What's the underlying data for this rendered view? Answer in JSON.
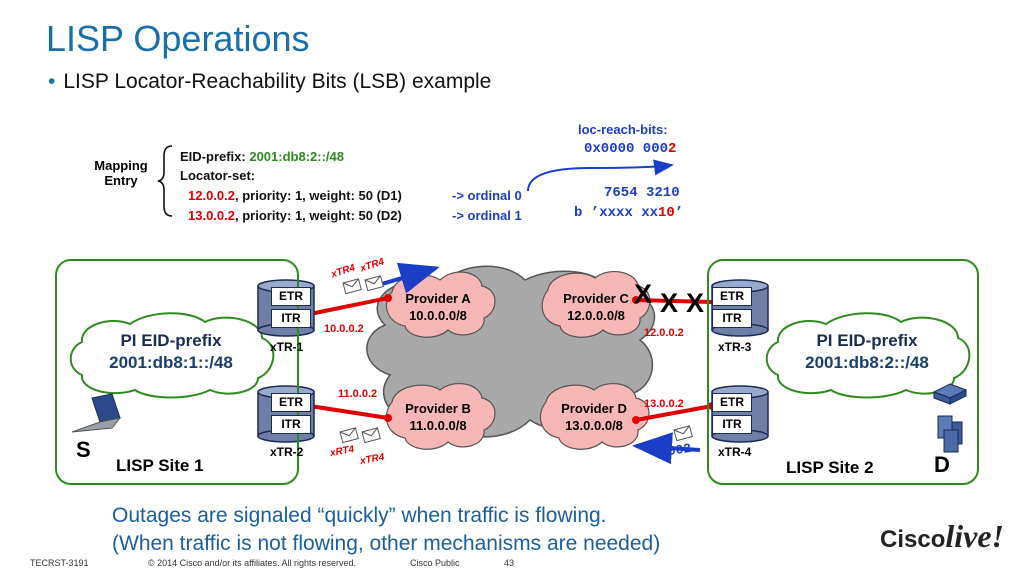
{
  "title": "LISP Operations",
  "subtitle": "LISP Locator-Reachability Bits (LSB) example",
  "loc_reach": {
    "label": "loc-reach-bits:",
    "value_prefix": "0x0000 000",
    "value_last": "2",
    "bit_positions": "7654 3210",
    "binary_prefix": "b ’xxxx xx",
    "binary_bit1": "1",
    "binary_bit0": "0",
    "binary_suffix": "’"
  },
  "mapping_entry": {
    "label_line1": "Mapping",
    "label_line2": "Entry",
    "eid_label": "EID-prefix: ",
    "eid_value": "2001:db8:2::/48",
    "locator_label": "Locator-set:",
    "locators": [
      {
        "ip": "12.0.0.2",
        "rest": ", priority: 1, weight: 50 (D1)",
        "ordinal": "-> ordinal 0"
      },
      {
        "ip": "13.0.0.2",
        "rest": ", priority: 1, weight: 50 (D2)",
        "ordinal": "-> ordinal 1"
      }
    ]
  },
  "site1": {
    "name": "LISP Site 1",
    "eid_label": "PI EID-prefix",
    "eid_value": "2001:db8:1::/48",
    "host": "S",
    "routers": [
      {
        "name": "xTR-1",
        "etr": "ETR",
        "itr": "ITR",
        "ip": "10.0.0.2"
      },
      {
        "name": "xTR-2",
        "etr": "ETR",
        "itr": "ITR",
        "ip": "11.0.0.2"
      }
    ]
  },
  "site2": {
    "name": "LISP Site 2",
    "eid_label": "PI EID-prefix",
    "eid_value": "2001:db8:2::/48",
    "host": "D",
    "routers": [
      {
        "name": "xTR-3",
        "etr": "ETR",
        "itr": "ITR",
        "ip": "12.0.0.2"
      },
      {
        "name": "xTR-4",
        "etr": "ETR",
        "itr": "ITR",
        "ip": "13.0.0.2"
      }
    ]
  },
  "providers": [
    {
      "name": "Provider A",
      "prefix": "10.0.0.0/8"
    },
    {
      "name": "Provider B",
      "prefix": "11.0.0.0/8"
    },
    {
      "name": "Provider C",
      "prefix": "12.0.0.0/8"
    },
    {
      "name": "Provider D",
      "prefix": "13.0.0.0/8"
    }
  ],
  "packet_labels": {
    "top_a": "xTR4",
    "top_b": "xTR4",
    "bottom_a": "xRT4",
    "bottom_b": "xTR4",
    "reach": "0002"
  },
  "failure_marks": [
    "X",
    "X",
    "X"
  ],
  "note_line1": "Outages are signaled “quickly” when traffic is flowing.",
  "note_line2": "(When traffic is not flowing, other mechanisms are needed)",
  "footer": {
    "session": "TECRST-3191",
    "copyright": "© 2014 Cisco and/or its affiliates. All rights reserved.",
    "classification": "Cisco Public",
    "page": "43"
  },
  "logo": {
    "brand": "Cisco",
    "live": "live!"
  },
  "colors": {
    "title": "#1b6fa8",
    "site_border": "#2f8a1f",
    "ip_red": "#e00000",
    "link_red": "#e00000",
    "arrow_blue": "#1a3ec8"
  }
}
